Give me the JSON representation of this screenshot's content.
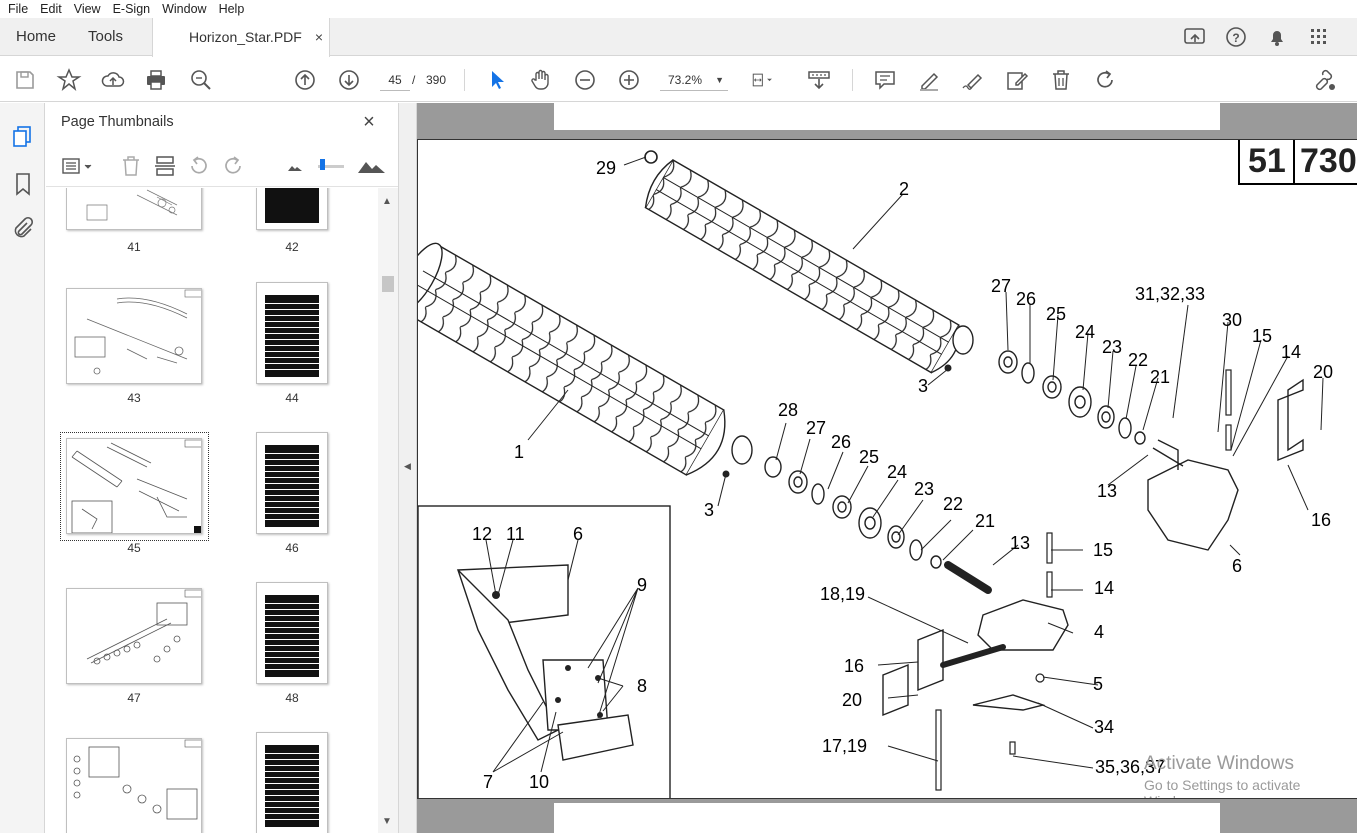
{
  "menu": [
    "File",
    "Edit",
    "View",
    "E-Sign",
    "Window",
    "Help"
  ],
  "tabs": {
    "home": "Home",
    "tools": "Tools",
    "document": "Horizon_Star.PDF",
    "close": "×"
  },
  "toolbar": {
    "current_page": "45",
    "page_separator": "/",
    "total_pages": "390",
    "zoom": "73.2%"
  },
  "panel": {
    "title": "Page Thumbnails",
    "close": "×",
    "thumbnails": [
      {
        "page": "41",
        "type": "drawing"
      },
      {
        "page": "42",
        "type": "list"
      },
      {
        "page": "43",
        "type": "drawing"
      },
      {
        "page": "44",
        "type": "list"
      },
      {
        "page": "45",
        "type": "drawing",
        "selected": true
      },
      {
        "page": "46",
        "type": "list"
      },
      {
        "page": "47",
        "type": "drawing"
      },
      {
        "page": "48",
        "type": "list"
      },
      {
        "page": "",
        "type": "drawing"
      },
      {
        "page": "",
        "type": "list"
      }
    ]
  },
  "document": {
    "page_number_a": "51",
    "page_number_b": "730",
    "callouts": [
      "29",
      "2",
      "27",
      "26",
      "25",
      "24",
      "23",
      "22",
      "21",
      "31,32,33",
      "30",
      "15",
      "14",
      "20",
      "3",
      "1",
      "28",
      "27",
      "26",
      "25",
      "24",
      "23",
      "22",
      "21",
      "3",
      "13",
      "16",
      "6",
      "13",
      "15",
      "14",
      "18,19",
      "4",
      "16",
      "5",
      "20",
      "34",
      "17,19",
      "35,36,37",
      "12",
      "11",
      "6",
      "9",
      "8",
      "7",
      "10"
    ]
  },
  "watermark": {
    "line1": "Activate Windows",
    "line2": "Go to Settings to activate Windows."
  },
  "colors": {
    "toolbar_bg": "#ffffff",
    "tabbar_bg": "#f0f0f0",
    "doc_bg": "#9a9a9a",
    "accent": "#1473e6"
  }
}
